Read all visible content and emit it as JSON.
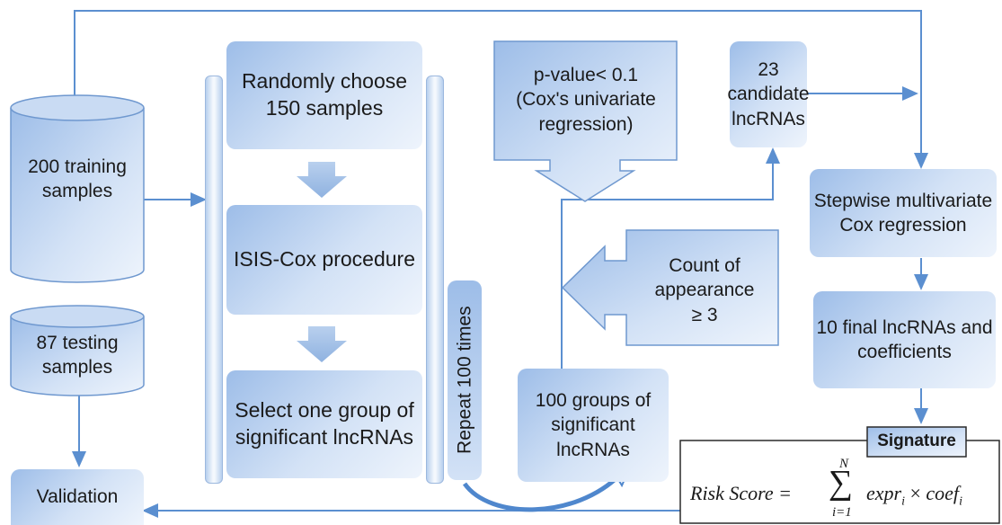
{
  "cylinders": {
    "training": "200 training samples",
    "testing": "87 testing samples"
  },
  "loop": {
    "step1": "Randomly choose 150 samples",
    "step2": "ISIS-Cox procedure",
    "step3": "Select one group of significant lncRNAs",
    "repeat": "Repeat 100 times"
  },
  "groups": "100 groups of significant lncRNAs",
  "filter_pvalue": "p-value< 0.1 (Cox's univariate regression)",
  "filter_count_line1": "Count of appearance",
  "filter_count_line2": "≥ 3",
  "candidates": "23 candidate lncRNAs",
  "stepwise": "Stepwise multivariate Cox regression",
  "final": "10 final lncRNAs and coefficients",
  "signature": {
    "title": "Signature",
    "formula_lhs": "Risk Score =",
    "sum_upper": "N",
    "sum_lower": "i=1",
    "term1": "expr",
    "term2": "coef",
    "index": "i",
    "times": "×"
  },
  "validation": "Validation"
}
